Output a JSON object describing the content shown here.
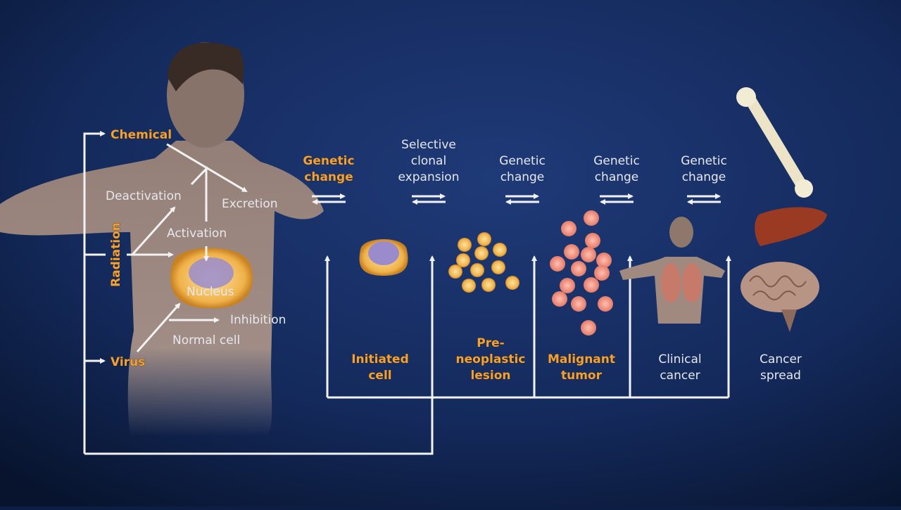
{
  "colors": {
    "background": "#0d1e44",
    "accent_label": "#f2a233",
    "arrow": "#f2f2f2",
    "cell_initiated": "#f0b24a",
    "cell_tumor": "#f08a7a"
  },
  "agents": {
    "chemical": "Chemical",
    "radiation": "Radiation",
    "virus": "Virus"
  },
  "cell_process": {
    "deactivation": "Deactivation",
    "excretion": "Excretion",
    "activation": "Activation",
    "nucleus": "Nucleus",
    "inhibition": "Inhibition",
    "normal_cell": "Normal cell"
  },
  "transitions": [
    {
      "lines": [
        "Genetic",
        "change"
      ],
      "highlight": true
    },
    {
      "lines": [
        "Selective",
        "clonal",
        "expansion"
      ],
      "highlight": false
    },
    {
      "lines": [
        "Genetic",
        "change"
      ],
      "highlight": false
    },
    {
      "lines": [
        "Genetic",
        "change"
      ],
      "highlight": false
    },
    {
      "lines": [
        "Genetic",
        "change"
      ],
      "highlight": false
    }
  ],
  "stages": [
    {
      "lines": [
        "Initiated",
        "cell"
      ],
      "highlight": true
    },
    {
      "lines": [
        "Pre-",
        "neoplastic",
        "lesion"
      ],
      "highlight": true
    },
    {
      "lines": [
        "Malignant",
        "tumor"
      ],
      "highlight": true
    },
    {
      "lines": [
        "Clinical",
        "cancer"
      ],
      "highlight": false
    },
    {
      "lines": [
        "Cancer",
        "spread"
      ],
      "highlight": false
    }
  ],
  "metastasis_organs": [
    "bone-icon",
    "liver-icon",
    "brain-icon"
  ]
}
